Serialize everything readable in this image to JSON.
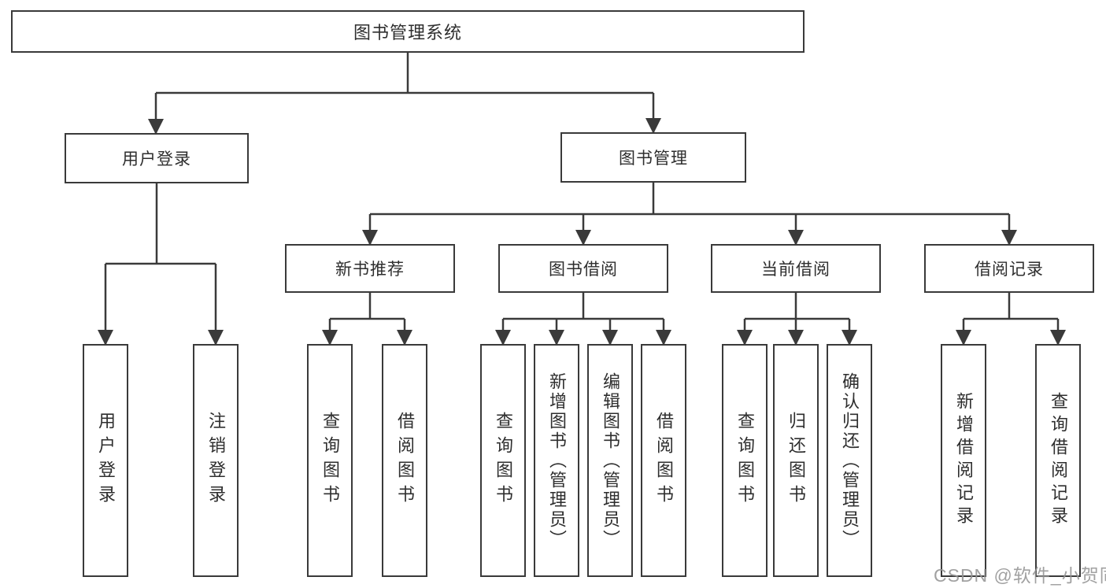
{
  "diagram": {
    "title_node": {
      "label": "图书管理系统"
    },
    "branches": {
      "user_login": {
        "label": "用户登录",
        "children": [
          {
            "label": "用户登录"
          },
          {
            "label": "注销登录"
          }
        ]
      },
      "book_management": {
        "label": "图书管理",
        "children": [
          {
            "label": "新书推荐",
            "children": [
              {
                "label": "查询图书"
              },
              {
                "label": "借阅图书"
              }
            ]
          },
          {
            "label": "图书借阅",
            "children": [
              {
                "label": "查询图书"
              },
              {
                "label": "新增图书（管理员）"
              },
              {
                "label": "编辑图书（管理员）"
              },
              {
                "label": "借阅图书"
              }
            ]
          },
          {
            "label": "当前借阅",
            "children": [
              {
                "label": "查询图书"
              },
              {
                "label": "归还图书"
              },
              {
                "label": "确认归还（管理员）"
              }
            ]
          },
          {
            "label": "借阅记录",
            "children": [
              {
                "label": "新增借阅记录"
              },
              {
                "label": "查询借阅记录"
              }
            ]
          }
        ]
      }
    }
  },
  "watermark": {
    "text": "CSDN @软件_小贺同学"
  },
  "colors": {
    "line": "#3a3a3a",
    "text": "#2e2e2e",
    "background": "#ffffff",
    "watermark": "#949494"
  }
}
